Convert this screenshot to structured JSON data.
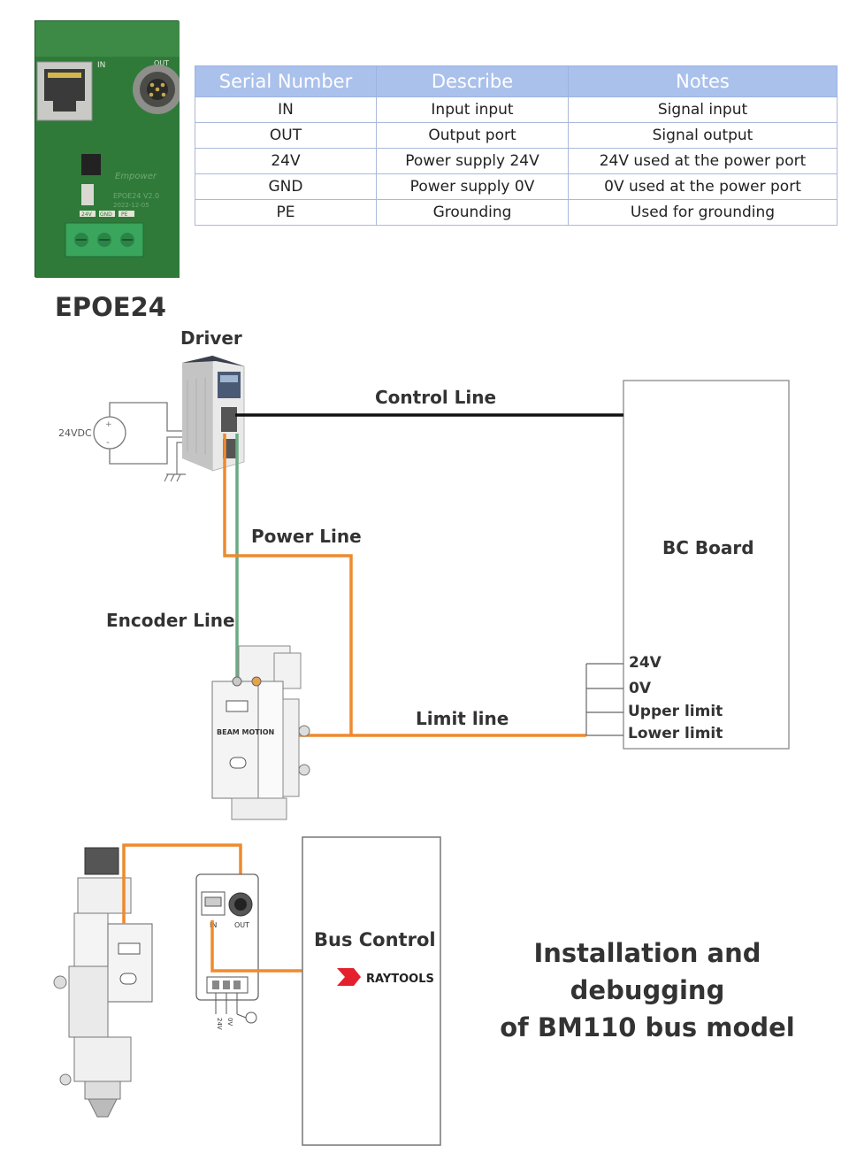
{
  "pcb": {
    "port_in": "IN",
    "port_out": "OUT",
    "brand": "Empower",
    "model_text": "EPOE24 V2.0",
    "date_text": "2022-12-05",
    "terminals": [
      "24V",
      "GND",
      "PE"
    ]
  },
  "spec_table": {
    "headers": [
      "Serial Number",
      "Describe",
      "Notes"
    ],
    "rows": [
      [
        "IN",
        "Input input",
        "Signal input"
      ],
      [
        "OUT",
        "Output port",
        "Signal output"
      ],
      [
        "24V",
        "Power supply 24V",
        "24V used at the power port"
      ],
      [
        "GND",
        "Power supply 0V",
        "0V used at the power port"
      ],
      [
        "PE",
        "Grounding",
        "Used for grounding"
      ]
    ]
  },
  "product_label": "EPOE24",
  "diagram": {
    "driver_label": "Driver",
    "supply_label": "24VDC",
    "control_line": "Control Line",
    "power_line": "Power Line",
    "encoder_line": "Encoder Line",
    "limit_line": "Limit line",
    "bc_board": "BC Board",
    "bc_pins": [
      "24V",
      "0V",
      "Upper limit",
      "Lower limit"
    ],
    "head_text": "BEAM MOTION",
    "bus_control": "Bus Control",
    "raytools": "RAYTOOLS",
    "module_in": "IN",
    "module_out": "OUT",
    "module_terminals": [
      "24V",
      "0V"
    ],
    "colors": {
      "power": "#ee8a2e",
      "encoder": "#6aaa82",
      "control": "#111111"
    }
  },
  "title": {
    "line1": "Installation and debugging",
    "line2": "of BM110 bus model"
  }
}
